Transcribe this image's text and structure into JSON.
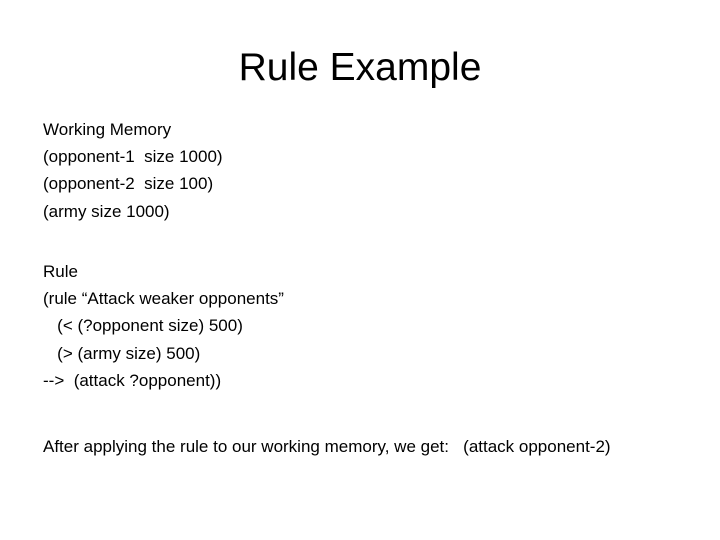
{
  "slide": {
    "title": "Rule Example",
    "working_memory": {
      "heading": "Working Memory",
      "facts": [
        "(opponent-1  size 1000)",
        "(opponent-2  size 100)",
        "(army size 1000)"
      ]
    },
    "rule": {
      "heading": "Rule",
      "lines": [
        "(rule “Attack weaker opponents”",
        "   (< (?opponent size) 500)",
        "   (> (army size) 500)",
        "-->  (attack ?opponent))"
      ]
    },
    "result": "After applying the rule to our working memory, we get:   (attack opponent-2)"
  }
}
